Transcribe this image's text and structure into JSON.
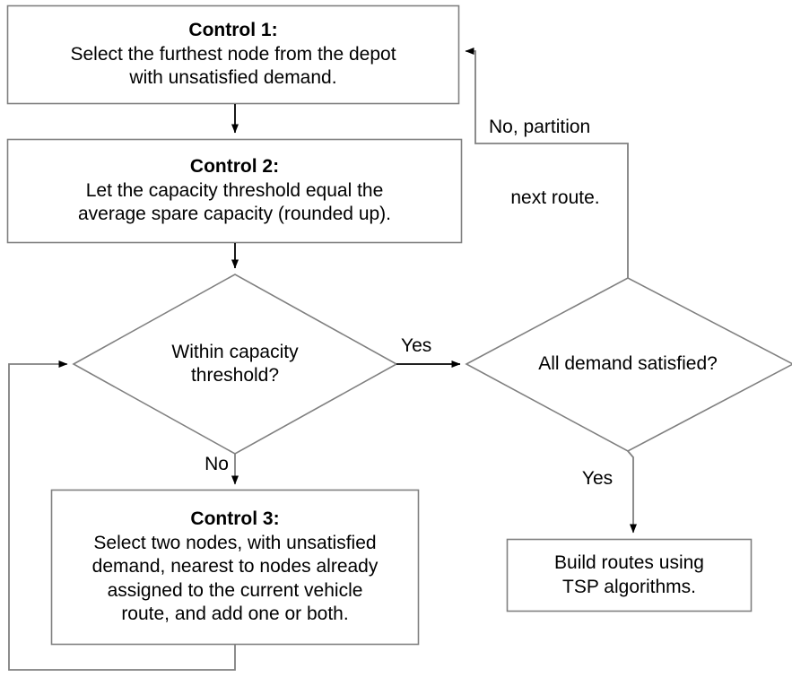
{
  "diagram": {
    "type": "flowchart",
    "title": "Vehicle routing partition heuristic flowchart",
    "colors": {
      "stroke": "#808080",
      "arrow": "#000000",
      "text": "#000000",
      "background": "#ffffff"
    },
    "nodes": [
      {
        "id": "control1",
        "shape": "rectangle",
        "title": "Control 1:",
        "lines": [
          "Select the furthest node from the depot",
          "with unsatisfied demand."
        ]
      },
      {
        "id": "control2",
        "shape": "rectangle",
        "title": "Control 2:",
        "lines": [
          "Let the capacity threshold equal the",
          "average spare capacity (rounded up)."
        ]
      },
      {
        "id": "decision_capacity",
        "shape": "diamond",
        "title": "",
        "lines": [
          "Within capacity",
          "threshold?"
        ]
      },
      {
        "id": "decision_demand",
        "shape": "diamond",
        "title": "",
        "lines": [
          "All demand satisfied?"
        ]
      },
      {
        "id": "control3",
        "shape": "rectangle",
        "title": "Control 3:",
        "lines": [
          "Select two nodes, with unsatisfied",
          "demand, nearest to nodes already",
          "assigned to the current vehicle",
          "route, and add one or both."
        ]
      },
      {
        "id": "build_routes",
        "shape": "rectangle",
        "title": "",
        "lines": [
          "Build routes using",
          "TSP algorithms."
        ]
      }
    ],
    "edges": [
      {
        "id": "e1",
        "from": "control1",
        "to": "control2",
        "label": ""
      },
      {
        "id": "e2",
        "from": "control2",
        "to": "decision_capacity",
        "label": ""
      },
      {
        "id": "e3",
        "from": "decision_capacity",
        "to": "decision_demand",
        "label": "Yes"
      },
      {
        "id": "e4",
        "from": "decision_capacity",
        "to": "control3",
        "label": "No"
      },
      {
        "id": "e5",
        "from": "control3",
        "to": "decision_capacity",
        "label": ""
      },
      {
        "id": "e6",
        "from": "decision_demand",
        "to": "control1",
        "label_line1": "No, partition",
        "label_line2": "next route."
      },
      {
        "id": "e7",
        "from": "decision_demand",
        "to": "build_routes",
        "label": "Yes"
      }
    ]
  }
}
